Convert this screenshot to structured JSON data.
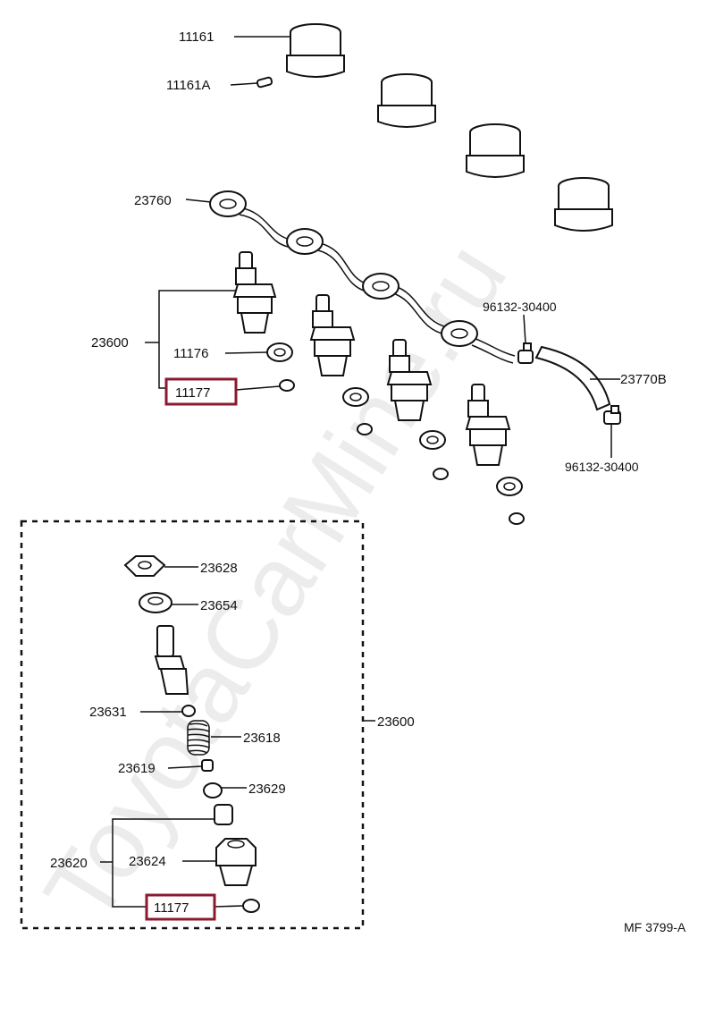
{
  "diagram": {
    "code": "MF 3799-A",
    "watermark": "ToyotaCarMine.ru",
    "highlight_color": "#8b1a2e",
    "labels": {
      "p11161": "11161",
      "p11161A": "11161A",
      "p23760": "23760",
      "p23600_top": "23600",
      "p11176": "11176",
      "p11177_top": "11177",
      "p96132_upper": "96132-30400",
      "p23770B": "23770B",
      "p96132_lower": "96132-30400",
      "p23628": "23628",
      "p23654": "23654",
      "p23631": "23631",
      "p23618": "23618",
      "p23600_box": "23600",
      "p23619": "23619",
      "p23629": "23629",
      "p23620": "23620",
      "p23624": "23624",
      "p11177_bottom": "11177"
    }
  }
}
